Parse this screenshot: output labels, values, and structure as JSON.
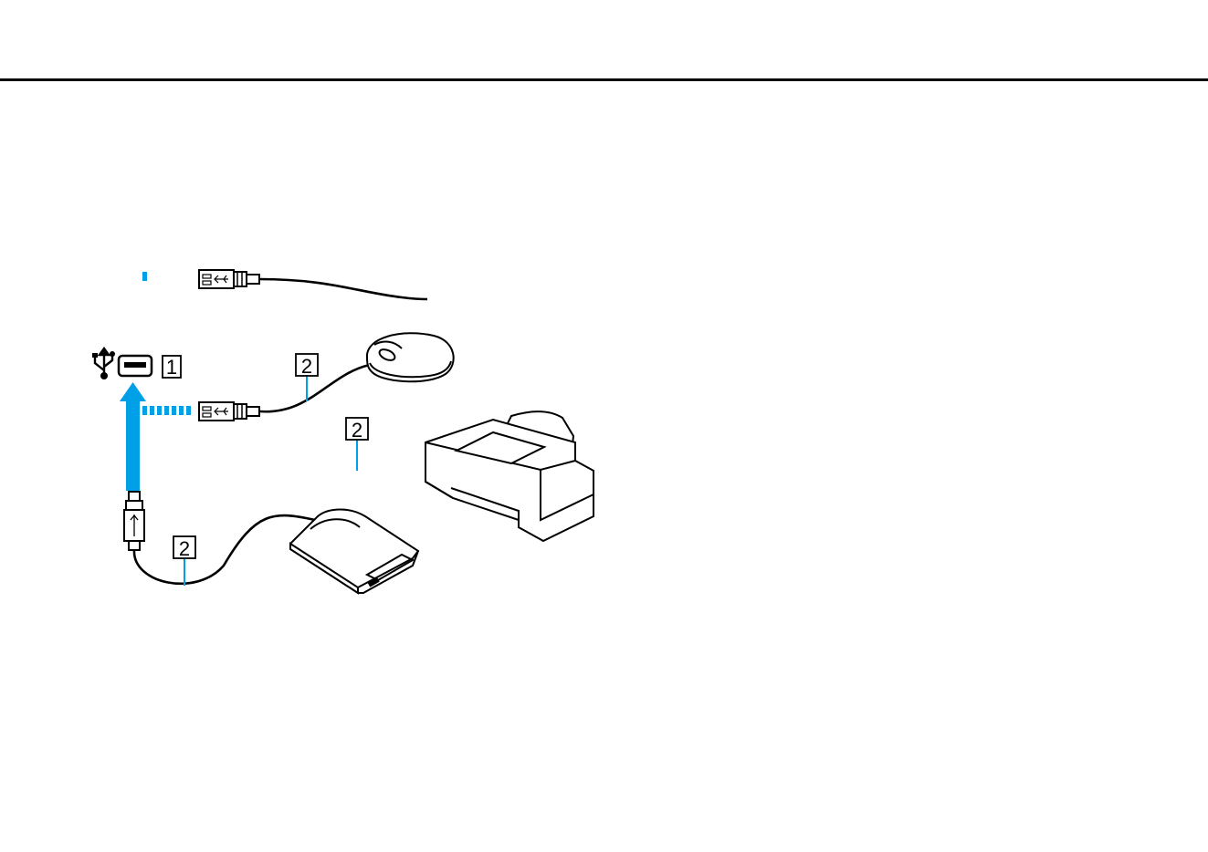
{
  "colors": {
    "accent": "#00a0e9",
    "ink": "#000000",
    "paper": "#ffffff"
  },
  "diagram": {
    "callouts": [
      {
        "id": "usb-port",
        "label": "1"
      },
      {
        "id": "mouse-cable",
        "label": "2"
      },
      {
        "id": "printer-cable",
        "label": "2"
      },
      {
        "id": "drive-cable",
        "label": "2"
      }
    ],
    "icons": {
      "usb_symbol": "usb-symbol-icon",
      "usb_port": "usb-port-icon",
      "usb_plug": "usb-plug-icon",
      "mouse": "mouse-icon",
      "printer": "printer-icon",
      "drive": "optical-drive-icon",
      "arrow": "up-arrow-icon"
    }
  }
}
